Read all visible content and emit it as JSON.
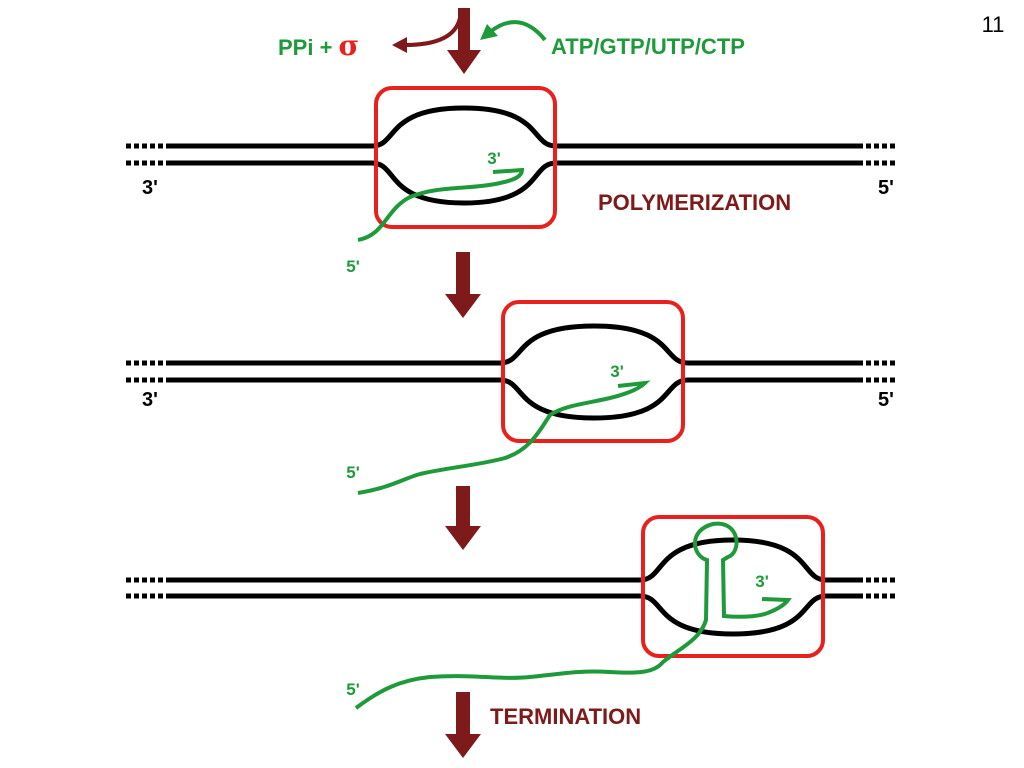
{
  "slide": {
    "page_number": "11"
  },
  "top": {
    "byproduct_label": "PPi + ",
    "sigma_symbol": "σ",
    "substrates_label": "ATP/GTP/UTP/CTP"
  },
  "stage1": {
    "end_left": "3'",
    "end_right": "5'",
    "rna_3prime": "3'",
    "rna_5prime": "5'",
    "caption": "POLYMERIZATION"
  },
  "stage2": {
    "end_left": "3'",
    "end_right": "5'",
    "rna_3prime": "3'",
    "rna_5prime": "5'"
  },
  "stage3": {
    "rna_3prime": "3'",
    "rna_5prime": "5'",
    "caption": "TERMINATION"
  },
  "colors": {
    "arrow": "#7f1a1a",
    "rna": "#1f9a3a",
    "polymerase": "#e8211d",
    "dna": "#000000",
    "caption": "#7f1a1a"
  }
}
